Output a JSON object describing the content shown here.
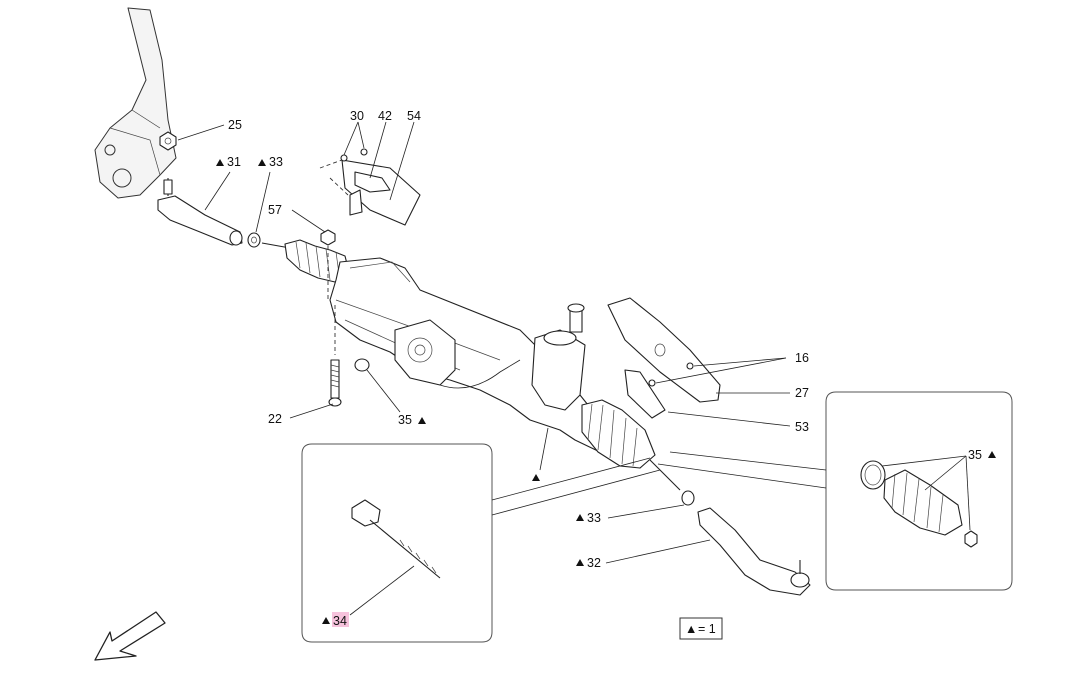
{
  "callouts": {
    "c25": "25",
    "c31": "31",
    "c33a": "33",
    "c30": "30",
    "c42": "42",
    "c54": "54",
    "c57": "57",
    "c16": "16",
    "c27": "27",
    "c53": "53",
    "c22": "22",
    "c35a": "35",
    "c35b": "35",
    "c33b": "33",
    "c32": "32",
    "c34": "34"
  },
  "legend": {
    "triangle": "▲",
    "text": "= 1"
  },
  "colors": {
    "line": "#222222",
    "highlight": "#f6c2dc"
  },
  "icons": {
    "direction": "front-direction-arrow-icon",
    "marker": "triangle-marker-icon"
  }
}
